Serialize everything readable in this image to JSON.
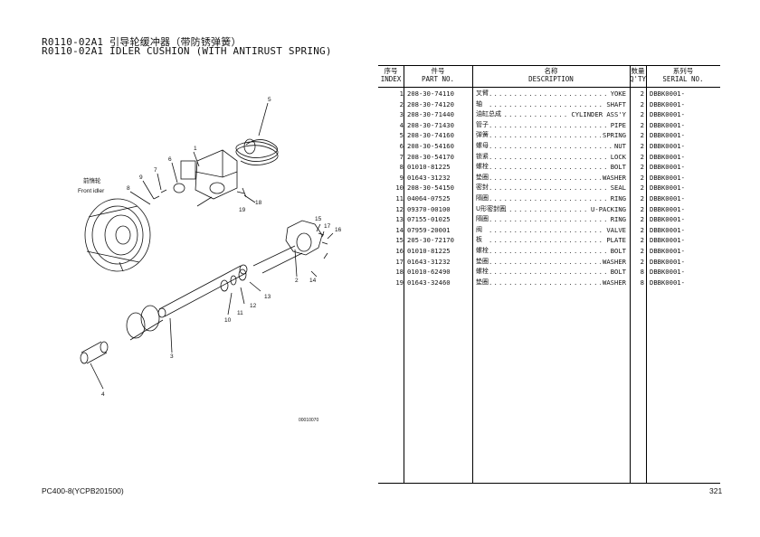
{
  "header": {
    "title_zh": "R0110-02A1 引导轮缓冲器（带防锈弹簧）",
    "title_en": "R0110-02A1 IDLER CUSHION (WITH ANTIRUST SPRING)"
  },
  "diagram": {
    "front_idler_zh": "前惰轮",
    "front_idler_en": "Front idler",
    "figure_code": "00010070",
    "callouts": [
      "1",
      "2",
      "3",
      "4",
      "5",
      "6",
      "7",
      "8",
      "9",
      "10",
      "11",
      "12",
      "13",
      "14",
      "15",
      "16",
      "17",
      "18",
      "19"
    ]
  },
  "table": {
    "headers": {
      "index_zh": "序号",
      "index_en": "INDEX",
      "part_zh": "件号",
      "part_en": "PART NO.",
      "desc_zh": "名称",
      "desc_en": "DESCRIPTION",
      "qty_zh": "数量",
      "qty_en": "Q'TY",
      "serial_zh": "系列号",
      "serial_en": "SERIAL NO."
    },
    "rows": [
      {
        "index": "1",
        "part": "208-30-74110",
        "zh": "叉臂",
        "dots": "....................................",
        "en": "YOKE",
        "qty": "2",
        "serial": "DBBK0001-"
      },
      {
        "index": "2",
        "part": "208-30-74120",
        "zh": "轴",
        "dots": "....................................",
        "en": "SHAFT",
        "qty": "2",
        "serial": "DBBK0001-"
      },
      {
        "index": "3",
        "part": "208-30-71440",
        "zh": "油缸总成",
        "dots": "....................................",
        "en": "CYLINDER ASS'Y",
        "qty": "2",
        "serial": "DBBK0001-"
      },
      {
        "index": "4",
        "part": "208-30-71430",
        "zh": "管子",
        "dots": "....................................",
        "en": "PIPE",
        "qty": "2",
        "serial": "DBBK0001-"
      },
      {
        "index": "5",
        "part": "208-30-74160",
        "zh": "弹簧",
        "dots": "....................................",
        "en": "SPRING",
        "qty": "2",
        "serial": "DBBK0001-"
      },
      {
        "index": "6",
        "part": "208-30-54160",
        "zh": "螺母",
        "dots": "....................................",
        "en": "NUT",
        "qty": "2",
        "serial": "DBBK0001-"
      },
      {
        "index": "7",
        "part": "208-30-54170",
        "zh": "锁紧",
        "dots": "....................................",
        "en": "LOCK",
        "qty": "2",
        "serial": "DBBK0001-"
      },
      {
        "index": "8",
        "part": "01010-81225",
        "zh": "螺栓",
        "dots": "....................................",
        "en": "BOLT",
        "qty": "2",
        "serial": "DBBK0001-"
      },
      {
        "index": "9",
        "part": "01643-31232",
        "zh": "垫圈",
        "dots": "....................................",
        "en": "WASHER",
        "qty": "2",
        "serial": "DBBK0001-"
      },
      {
        "index": "10",
        "part": "208-30-54150",
        "zh": "密封",
        "dots": "....................................",
        "en": "SEAL",
        "qty": "2",
        "serial": "DBBK0001-"
      },
      {
        "index": "11",
        "part": "04064-07525",
        "zh": "隔圈",
        "dots": "....................................",
        "en": "RING",
        "qty": "2",
        "serial": "DBBK0001-"
      },
      {
        "index": "12",
        "part": "09370-00100",
        "zh": "U形密封圈",
        "dots": "....................................",
        "en": "U-PACKING",
        "qty": "2",
        "serial": "DBBK0001-"
      },
      {
        "index": "13",
        "part": "07155-01025",
        "zh": "隔圈",
        "dots": "....................................",
        "en": "RING",
        "qty": "2",
        "serial": "DBBK0001-"
      },
      {
        "index": "14",
        "part": "07959-20001",
        "zh": "阀",
        "dots": "....................................",
        "en": "VALVE",
        "qty": "2",
        "serial": "DBBK0001-"
      },
      {
        "index": "15",
        "part": "205-30-72170",
        "zh": "板",
        "dots": "....................................",
        "en": "PLATE",
        "qty": "2",
        "serial": "DBBK0001-"
      },
      {
        "index": "16",
        "part": "01010-81225",
        "zh": "螺栓",
        "dots": "....................................",
        "en": "BOLT",
        "qty": "2",
        "serial": "DBBK0001-"
      },
      {
        "index": "17",
        "part": "01643-31232",
        "zh": "垫圈",
        "dots": "....................................",
        "en": "WASHER",
        "qty": "2",
        "serial": "DBBK0001-"
      },
      {
        "index": "18",
        "part": "01010-62490",
        "zh": "螺栓",
        "dots": "....................................",
        "en": "BOLT",
        "qty": "8",
        "serial": "DBBK0001-"
      },
      {
        "index": "19",
        "part": "01643-32460",
        "zh": "垫圈",
        "dots": "....................................",
        "en": "WASHER",
        "qty": "8",
        "serial": "DBBK0001-"
      }
    ]
  },
  "footer": {
    "model": "PC400-8(YCPB201500)",
    "page": "321"
  }
}
